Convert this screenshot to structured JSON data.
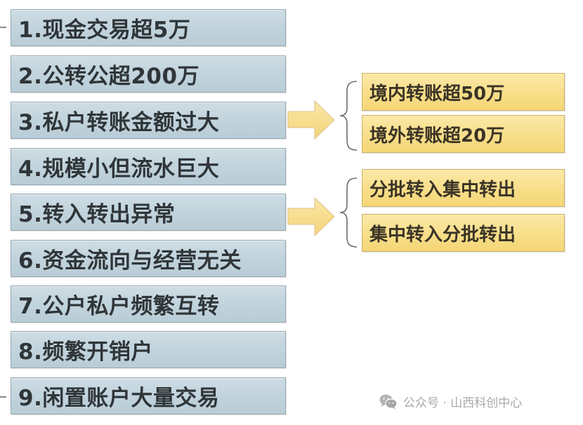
{
  "items": [
    {
      "label": "1.现金交易超5万"
    },
    {
      "label": "2.公转公超200万"
    },
    {
      "label": "3.私户转账金额过大"
    },
    {
      "label": "4.规模小但流水巨大"
    },
    {
      "label": "5.转入转出异常"
    },
    {
      "label": "6.资金流向与经营无关"
    },
    {
      "label": "7.公户私户频繁互转"
    },
    {
      "label": "8.频繁开销户"
    },
    {
      "label": "9.闲置账户大量交易"
    }
  ],
  "branches": [
    {
      "from_item": 3,
      "children": [
        {
          "label": "境内转账超50万"
        },
        {
          "label": "境外转账超20万"
        }
      ]
    },
    {
      "from_item": 5,
      "children": [
        {
          "label": "分批转入集中转出"
        },
        {
          "label": "集中转入分批转出"
        }
      ]
    }
  ],
  "watermark": {
    "icon": "wechat-icon",
    "text": "公众号 · 山西科创中心"
  },
  "colors": {
    "item_fill": "#c2d4dd",
    "item_border": "#93a7b1",
    "sub_fill": "#f8df8c",
    "sub_border": "#c9b070",
    "arrow_fill": "#f8df8c",
    "text": "#2f3538"
  }
}
